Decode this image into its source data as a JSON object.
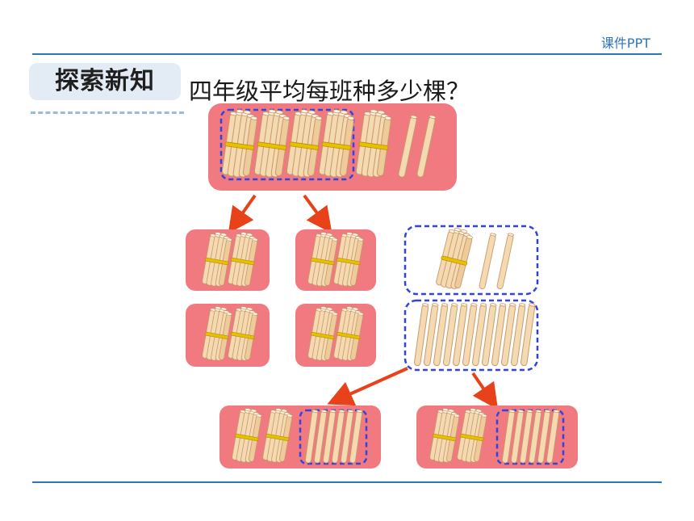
{
  "brand": "课件PPT",
  "section_tag": "探索新知",
  "question": "四年级平均每班种多少棵？",
  "colors": {
    "accent": "#2e75b6",
    "tag_background": "#e3ecf5",
    "panel": "#f07a80",
    "stick": "#f5d9b0",
    "stick_outline": "#c4996a",
    "band": "#e8c000",
    "selection_dash": "#3344dd",
    "arrow": "#e8421a"
  },
  "groups": {
    "total": {
      "bundles": 5,
      "singles": 2
    },
    "first_split": {
      "circled_bundles": 4
    },
    "class_share_first": {
      "bundles": 2
    },
    "remainder": {
      "bundles": 1,
      "singles": 2,
      "loose_sticks": 12
    },
    "class_share_final": {
      "bundles": 2,
      "singles": 6
    }
  },
  "icons": [
    "stick-bundle-icon",
    "single-stick-icon",
    "down-arrow-icon"
  ]
}
